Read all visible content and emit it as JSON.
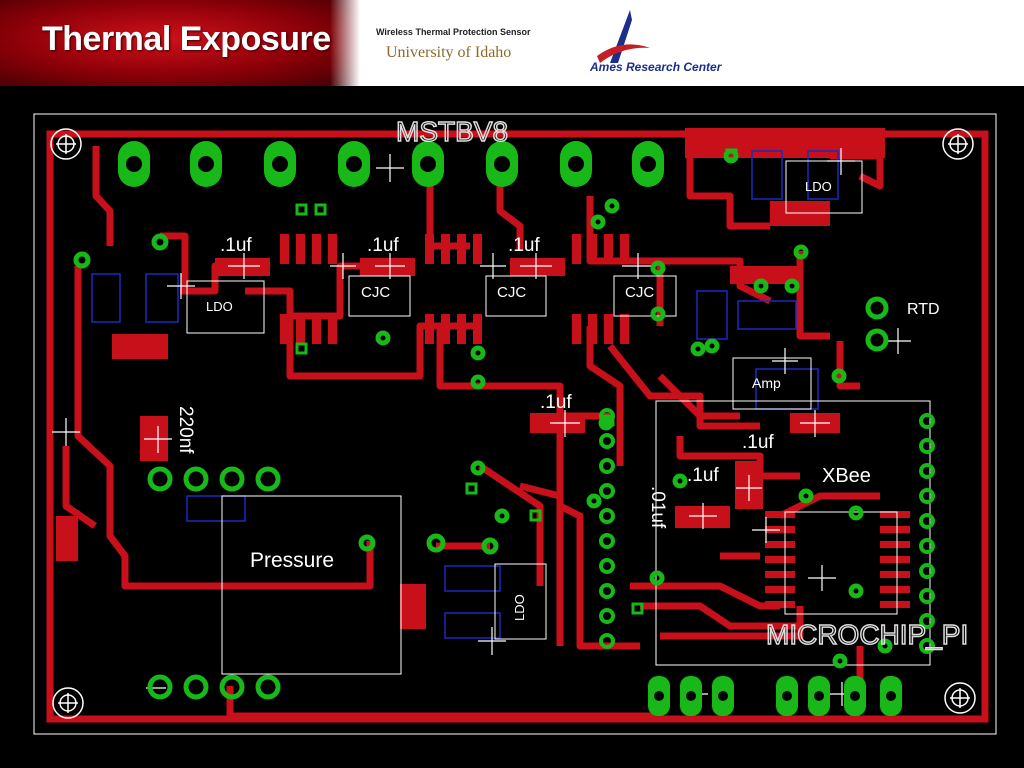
{
  "header": {
    "title": "Thermal Exposure",
    "sensor_subtitle": "Wireless Thermal Protection Sensor",
    "university": "University of Idaho",
    "research_center": "Ames Research Center"
  },
  "board": {
    "connector_label": "MSTBV8",
    "microchip_label": "MICROCHIP_PI",
    "components": {
      "ldo_top_right": "LDO",
      "ldo_left": "LDO",
      "ldo_bottom": "LDO",
      "cjc_1": "CJC",
      "cjc_2": "CJC",
      "cjc_3": "CJC",
      "amp": "Amp",
      "rtd": "RTD",
      "xbee": "XBee",
      "pressure": "Pressure"
    },
    "capacitors": {
      "cap_1": ".1uf",
      "cap_2": ".1uf",
      "cap_3": ".1uf",
      "cap_4": ".1uf",
      "cap_5": ".1uf",
      "cap_6": ".1uf",
      "cap_01": ".01uf",
      "cap_220": "220nf"
    }
  },
  "colors": {
    "copper": "#c8101a",
    "pad": "#18b818",
    "silkscreen": "#ffffff",
    "bottom_layer": "#1a2bc0",
    "board_bg": "#000000"
  }
}
